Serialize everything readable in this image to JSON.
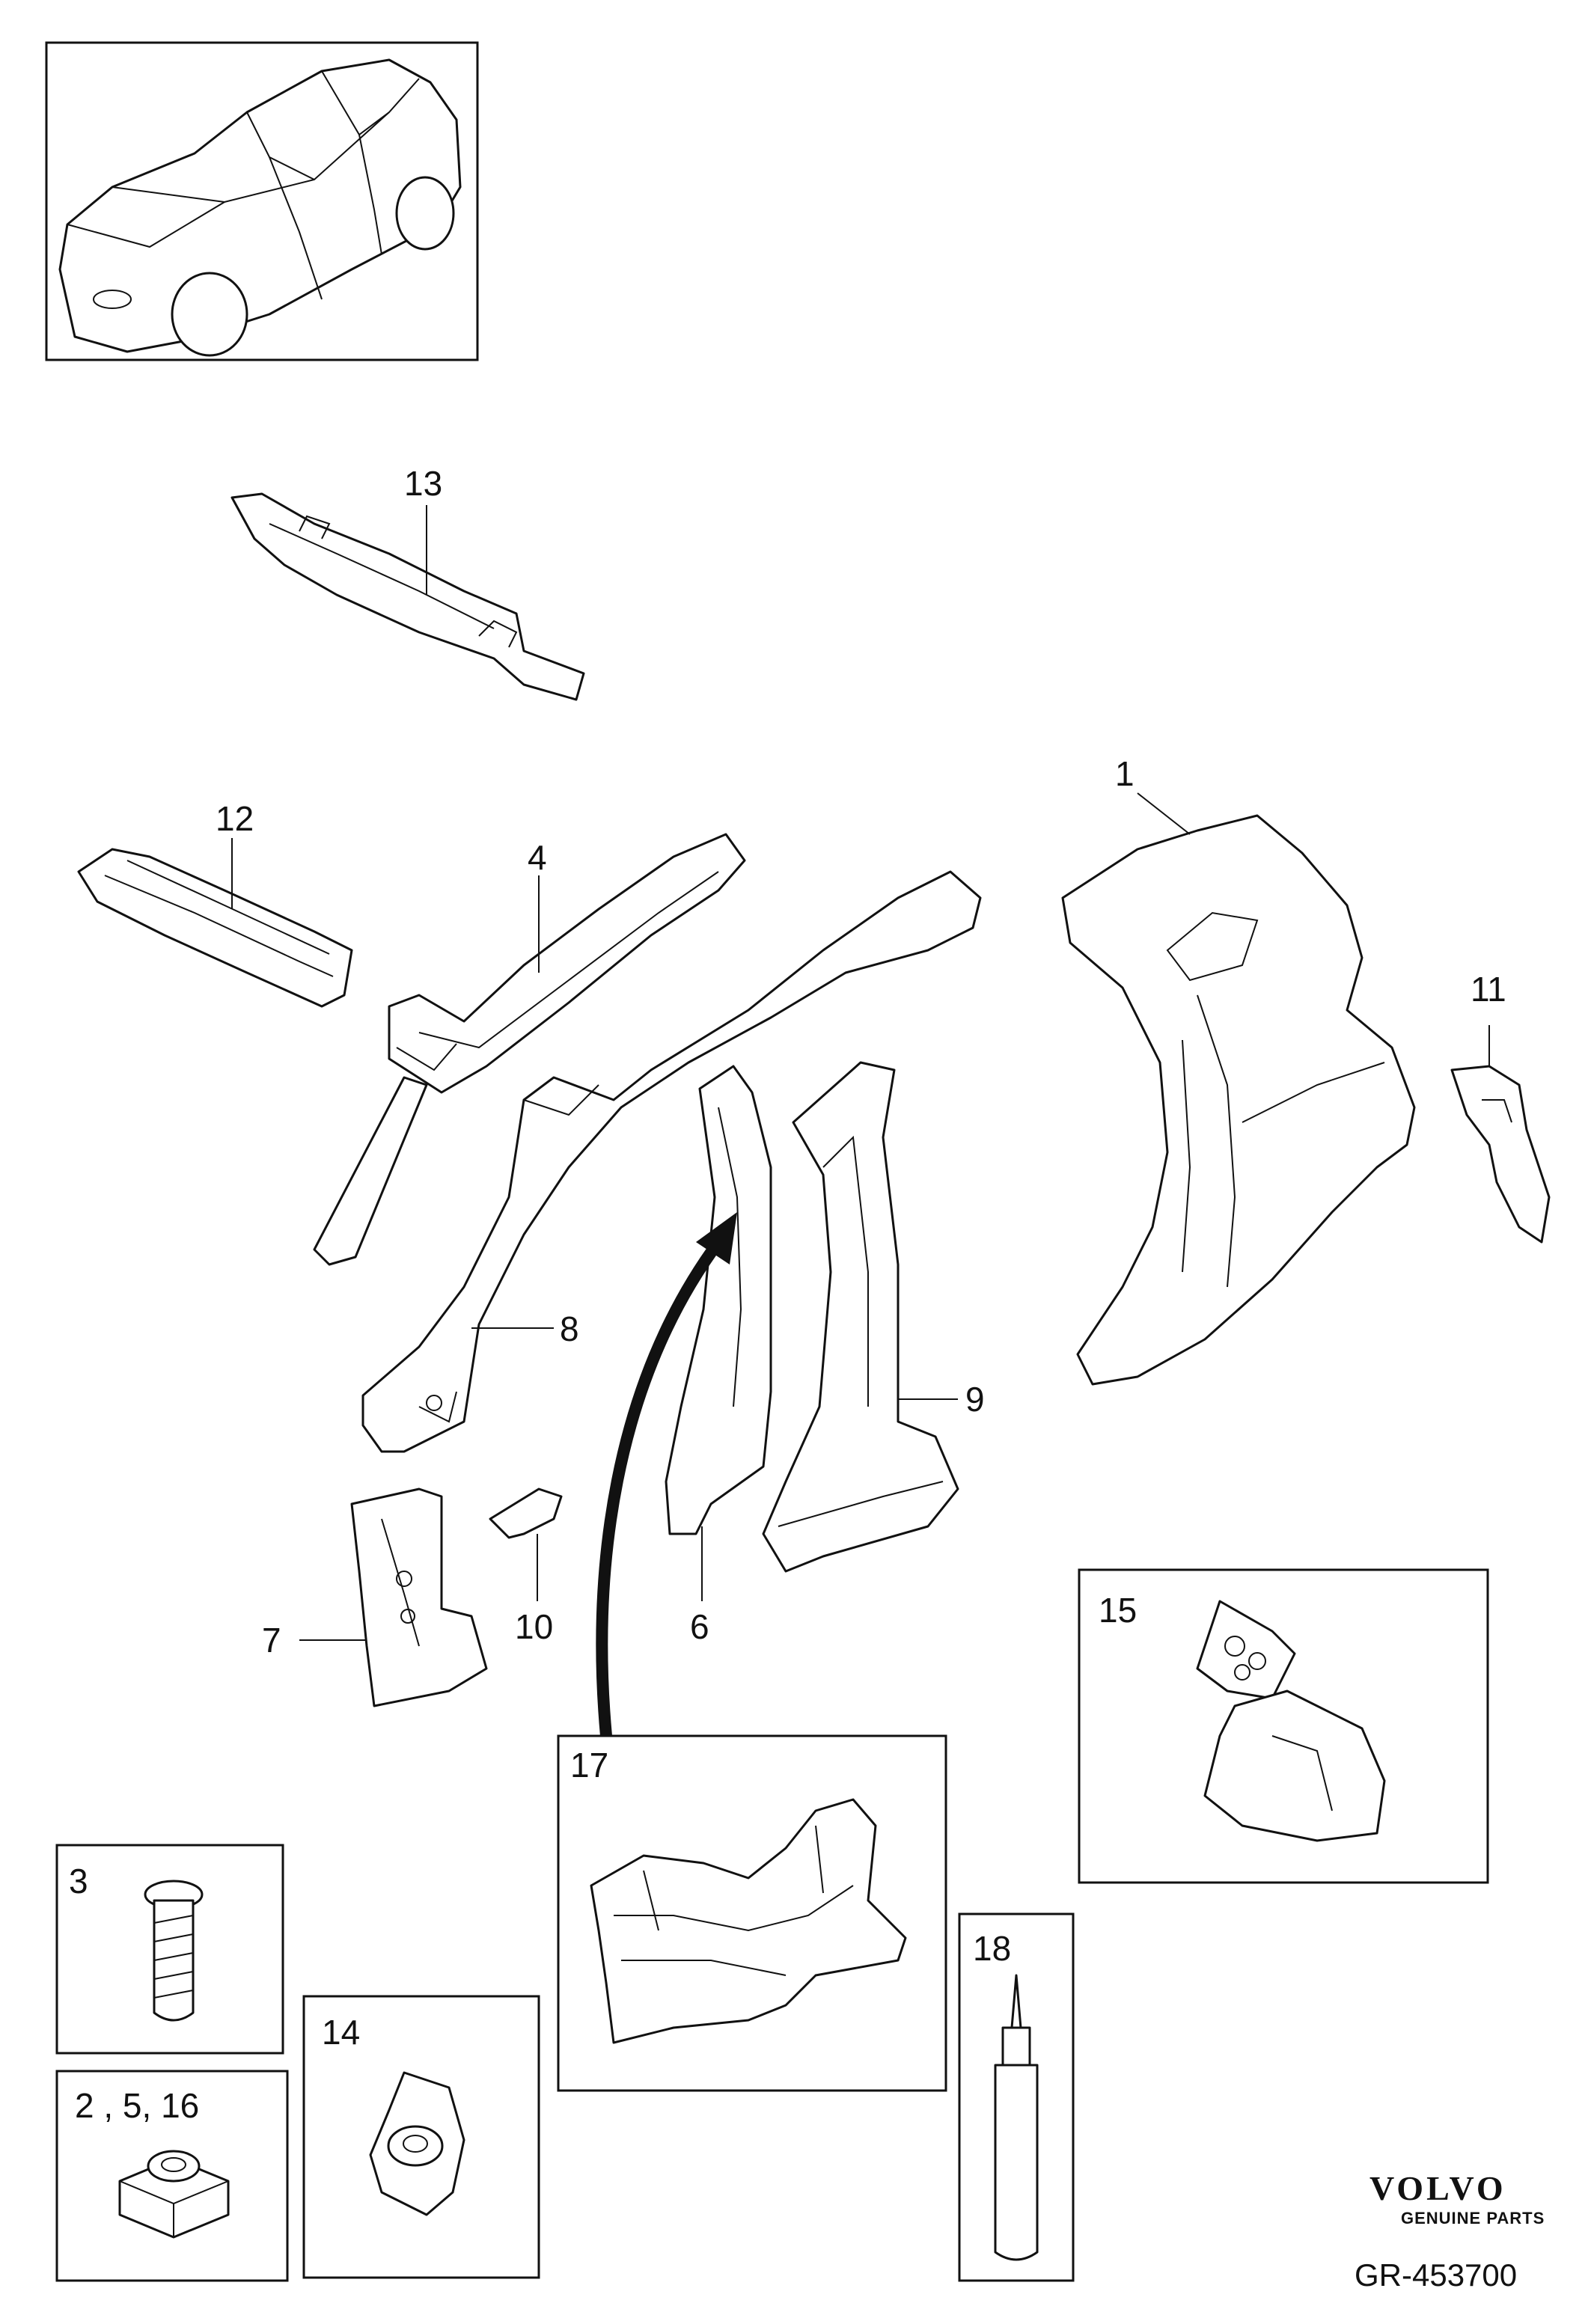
{
  "callouts": {
    "c1": "1",
    "c3": "3",
    "c4": "4",
    "c6": "6",
    "c7": "7",
    "c8": "8",
    "c9": "9",
    "c10": "10",
    "c11": "11",
    "c12": "12",
    "c13": "13",
    "c14": "14",
    "c15": "15",
    "c17": "17",
    "c18": "18",
    "c2_5_16": "2 , 5, 16"
  },
  "brand": {
    "name": "VOLVO",
    "subtitle": "GENUINE PARTS"
  },
  "drawing_number": "GR-453700"
}
